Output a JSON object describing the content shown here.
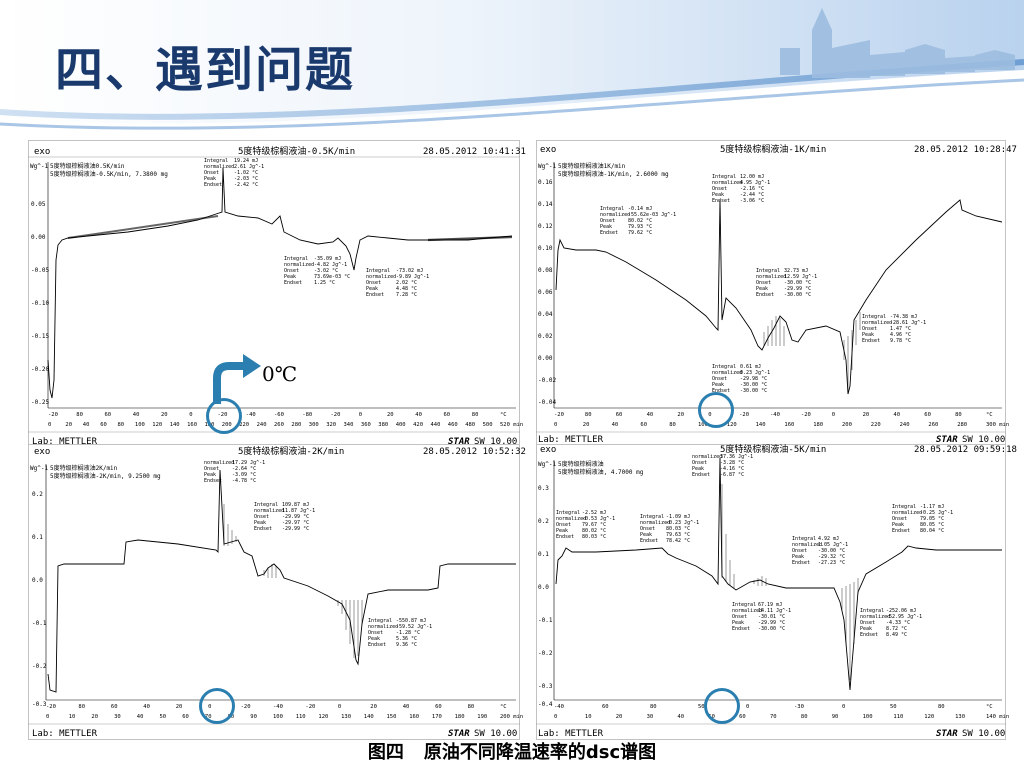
{
  "slide": {
    "title": "四、遇到问题",
    "caption_fig": "图四",
    "caption_text": "原油不同降温速率的dsc谱图",
    "zero_label": "0℃"
  },
  "panels": [
    {
      "id": "p1",
      "exo": "exo",
      "title": "5度特级棕榈液油-0.5K/min",
      "timestamp": "28.05.2012 10:41:31",
      "lab": "Lab: METTLER",
      "star": "STAR",
      "sw": "SW 10.00",
      "ylabel": "Wg^-1",
      "legend1": "5度特级棕榈液油0.5K/min",
      "legend2": "5度特级棕榈液油-0.5K/min, 7.3800 mg",
      "yticks": [
        "0.05",
        "0.00",
        "-0.05",
        "-0.10",
        "-0.15",
        "-0.20",
        "-0.25"
      ],
      "xticks_temp": [
        "-20",
        "80",
        "60",
        "40",
        "20",
        "0",
        "-20",
        "-40",
        "-60",
        "-80",
        "-20",
        "0",
        "20",
        "40",
        "60",
        "80",
        "°C"
      ],
      "xticks_time": [
        "0",
        "20",
        "40",
        "60",
        "80",
        "100",
        "120",
        "140",
        "160",
        "180",
        "200",
        "220",
        "240",
        "260",
        "280",
        "300",
        "320",
        "340",
        "360",
        "380",
        "400",
        "420",
        "440",
        "460",
        "480",
        "500",
        "520 min"
      ],
      "annotations": [
        {
          "lines": [
            "Integral",
            "normalized",
            "Onset",
            "Peak",
            "Endset"
          ],
          "values": [
            "19.24 mJ",
            "2.61 Jg^-1",
            "-1.02 °C",
            "-2.03 °C",
            "-2.42 °C"
          ]
        },
        {
          "lines": [
            "Integral",
            "normalized",
            "Onset",
            "Peak",
            "Endset"
          ],
          "values": [
            "-35.09 mJ",
            "-4.82 Jg^-1",
            "-3.02 °C",
            "73.69e-03 °C",
            "1.25 °C"
          ]
        },
        {
          "lines": [
            "Integral",
            "normalized",
            "Onset",
            "Peak",
            "Endset"
          ],
          "values": [
            "-73.02 mJ",
            "-9.89 Jg^-1",
            "2.02 °C",
            "4.48 °C",
            "7.28 °C"
          ]
        }
      ]
    },
    {
      "id": "p2",
      "exo": "exo",
      "title": "5度特级棕榈液油-1K/min",
      "timestamp": "28.05.2012 10:28:47",
      "lab": "Lab: METTLER",
      "star": "STAR",
      "sw": "SW 10.00",
      "ylabel": "Wg^-1",
      "legend1": "5度特级棕榈液油1K/min",
      "legend2": "5度特级棕榈液油-1K/min, 2.6000 mg",
      "yticks": [
        "0.16",
        "0.14",
        "0.12",
        "0.10",
        "0.08",
        "0.06",
        "0.04",
        "0.02",
        "0.00",
        "-0.02",
        "-0.04"
      ],
      "xticks_temp": [
        "-20",
        "80",
        "60",
        "40",
        "20",
        "0",
        "-20",
        "-40",
        "-20",
        "0",
        "20",
        "40",
        "60",
        "80",
        "°C"
      ],
      "xticks_time": [
        "0",
        "20",
        "40",
        "60",
        "80",
        "100",
        "120",
        "140",
        "160",
        "180",
        "200",
        "220",
        "240",
        "260",
        "280",
        "300 min"
      ],
      "annotations": [
        {
          "lines": [
            "Integral",
            "normalized",
            "Onset",
            "Peak",
            "Endset"
          ],
          "values": [
            "-0.14 mJ",
            "-55.62e-03 Jg^-1",
            "80.02 °C",
            "79.93 °C",
            "79.62 °C"
          ]
        },
        {
          "lines": [
            "Integral",
            "normalized",
            "Onset",
            "Peak",
            "Endset"
          ],
          "values": [
            "12.00 mJ",
            "4.95 Jg^-1",
            "-2.16 °C",
            "-2.44 °C",
            "-3.06 °C"
          ]
        },
        {
          "lines": [
            "Integral",
            "normalized",
            "Onset",
            "Peak",
            "Endset"
          ],
          "values": [
            "32.73 mJ",
            "12.59 Jg^-1",
            "-30.00 °C",
            "-29.99 °C",
            "-30.00 °C"
          ]
        },
        {
          "lines": [
            "Integral",
            "normalized",
            "Onset",
            "Peak",
            "Endset"
          ],
          "values": [
            "-74.38 mJ",
            "-28.61 Jg^-1",
            "1.47 °C",
            "4.96 °C",
            "9.78 °C"
          ]
        },
        {
          "lines": [
            "Integral",
            "normalized",
            "Onset",
            "Peak",
            "Endset"
          ],
          "values": [
            "0.61 mJ",
            "0.23 Jg^-1",
            "-29.98 °C",
            "-30.00 °C",
            "-30.00 °C"
          ]
        }
      ]
    },
    {
      "id": "p3",
      "exo": "exo",
      "title": "5度特级棕榈液油-2K/min",
      "timestamp": "28.05.2012 10:52:32",
      "lab": "Lab: METTLER",
      "star": "STAR",
      "sw": "SW 10.00",
      "ylabel": "Wg^-1",
      "legend1": "5度特级棕榈液油2K/min",
      "legend2": "5度特级棕榈液油-2K/min, 9.2500 mg",
      "yticks": [
        "0.2",
        "0.1",
        "0.0",
        "-0.1",
        "-0.2",
        "-0.3"
      ],
      "xticks_temp": [
        "-20",
        "80",
        "60",
        "40",
        "20",
        "0",
        "-20",
        "-40",
        "-20",
        "0",
        "20",
        "40",
        "60",
        "80",
        "°C"
      ],
      "xticks_time": [
        "0",
        "10",
        "20",
        "30",
        "40",
        "50",
        "60",
        "70",
        "80",
        "90",
        "100",
        "110",
        "120",
        "130",
        "140",
        "150",
        "160",
        "170",
        "180",
        "190",
        "200 min"
      ],
      "annotations": [
        {
          "lines": [
            "normalized",
            "Onset",
            "Peak",
            "Endset"
          ],
          "values": [
            "17.29 Jg^-1",
            "-2.64 °C",
            "-3.09 °C",
            "-4.78 °C"
          ]
        },
        {
          "lines": [
            "Integral",
            "normalized",
            "Onset",
            "Peak",
            "Endset"
          ],
          "values": [
            "109.87 mJ",
            "11.87 Jg^-1",
            "-29.99 °C",
            "-29.97 °C",
            "-29.99 °C"
          ]
        },
        {
          "lines": [
            "Integral",
            "normalized",
            "Onset",
            "Peak",
            "Endset"
          ],
          "values": [
            "-550.87 mJ",
            "-59.52 Jg^-1",
            "-1.28 °C",
            "5.36 °C",
            "9.36 °C"
          ]
        }
      ]
    },
    {
      "id": "p4",
      "exo": "exo",
      "title": "5度特级棕榈液油-5K/min",
      "timestamp": "28.05.2012 09:59:18",
      "lab": "Lab: METTLER",
      "star": "STAR",
      "sw": "SW 10.00",
      "ylabel": "Wg^-1",
      "legend1": "5度特级棕榈液油",
      "legend2": "5度特级棕榈液油, 4.7000 mg",
      "yticks": [
        "0.3",
        "0.2",
        "0.1",
        "0.0",
        "-0.1",
        "-0.2",
        "-0.3",
        "-0.4"
      ],
      "xticks_temp": [
        "-40",
        "60",
        "80",
        "50",
        "0",
        "-30",
        "0",
        "50",
        "80",
        "°C"
      ],
      "xticks_time": [
        "0",
        "10",
        "20",
        "30",
        "40",
        "50",
        "60",
        "70",
        "80",
        "90",
        "100",
        "110",
        "120",
        "130",
        "140 min"
      ],
      "annotations": [
        {
          "lines": [
            "normalized",
            "Onset",
            "Peak",
            "Endset"
          ],
          "values": [
            "37.36 Jg^-1",
            "-3.28 °C",
            "-4.16 °C",
            "-6.87 °C"
          ]
        },
        {
          "lines": [
            "Integral",
            "normalized",
            "Onset",
            "Peak",
            "Endset"
          ],
          "values": [
            "-2.52 mJ",
            "-0.53 Jg^-1",
            "79.67 °C",
            "80.02 °C",
            "80.03 °C"
          ]
        },
        {
          "lines": [
            "Integral",
            "normalized",
            "Onset",
            "Peak",
            "Endset"
          ],
          "values": [
            "-1.09 mJ",
            "-0.23 Jg^-1",
            "80.03 °C",
            "79.63 °C",
            "78.42 °C"
          ]
        },
        {
          "lines": [
            "Integral",
            "normalized",
            "Onset",
            "Peak",
            "Endset"
          ],
          "values": [
            "-1.17 mJ",
            "-0.25 Jg^-1",
            "79.05 °C",
            "80.05 °C",
            "80.04 °C"
          ]
        },
        {
          "lines": [
            "Integral",
            "normalized",
            "Onset",
            "Peak",
            "Endset"
          ],
          "values": [
            "4.92 mJ",
            "1.05 Jg^-1",
            "-30.00 °C",
            "-29.32 °C",
            "-27.23 °C"
          ]
        },
        {
          "lines": [
            "Integral",
            "normalized",
            "Onset",
            "Peak",
            "Endset"
          ],
          "values": [
            "67.19 mJ",
            "14.11 Jg^-1",
            "-30.01 °C",
            "-29.99 °C",
            "-30.00 °C"
          ]
        },
        {
          "lines": [
            "Integral",
            "normalized",
            "Onset",
            "Peak",
            "Endset"
          ],
          "values": [
            "-252.06 mJ",
            "-52.95 Jg^-1",
            "-4.33 °C",
            "8.72 °C",
            "8.49 °C"
          ]
        }
      ]
    }
  ],
  "colors": {
    "title": "#1a3a6e",
    "highlight": "#2a7fb0",
    "header_light": "#dbe8f5",
    "header_mid": "#a9c6e6"
  }
}
